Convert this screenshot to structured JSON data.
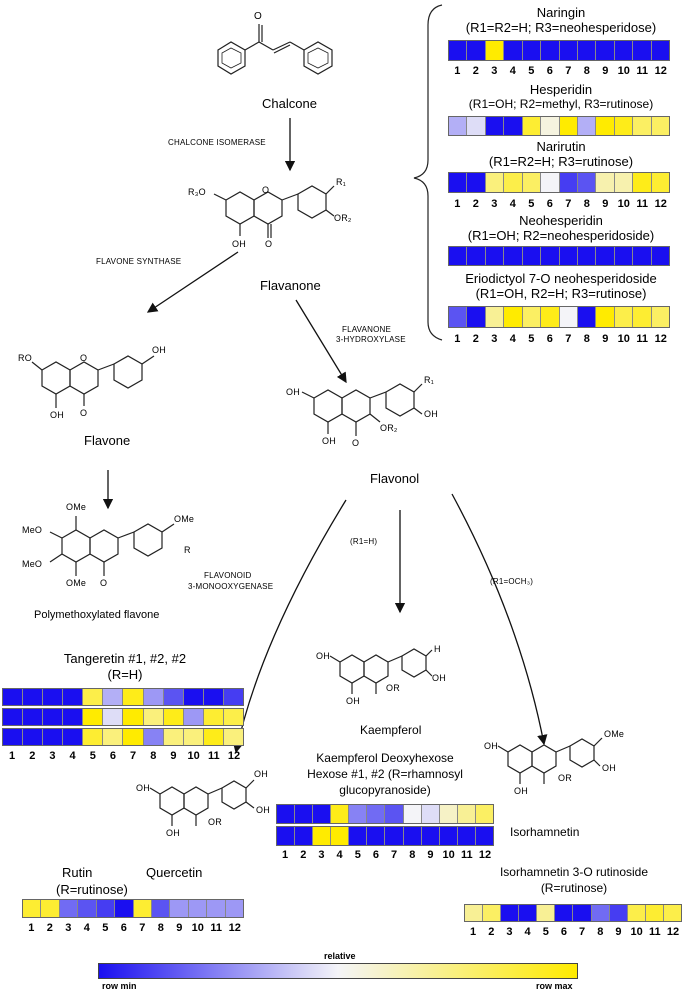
{
  "compounds": {
    "chalcone": "Chalcone",
    "flavanone": "Flavanone",
    "flavone": "Flavone",
    "pmf": "Polymethoxylated flavone",
    "flavonol": "Flavonol",
    "kaempferol": "Kaempferol",
    "isorhamnetin": "Isorhamnetin"
  },
  "enzymes": {
    "chi": "CHALCONE ISOMERASE",
    "fns": "FLAVONE SYNTHASE",
    "f3h_1": "FLAVANONE",
    "f3h_2": "3-HYDROXYLASE",
    "f3mo_1": "FLAVONOID",
    "f3mo_2": "3-MONOOXYGENASE"
  },
  "conditions": {
    "r1h": "(R1=H)",
    "r1och3": "(R1=OCH₃)"
  },
  "atoms": {
    "r1": "R₁",
    "r3o": "R₃O",
    "or2": "OR₂",
    "oh": "OH",
    "o": "O",
    "ro": "RO",
    "ome": "OMe",
    "meo": "MeO",
    "r": "R",
    "or": "OR",
    "h": "H"
  },
  "heatmaps": {
    "naringin": {
      "title1": "Naringin",
      "title2": "(R1=R2=H;  R3=neohesperidose)",
      "rows": [
        [
          0.0,
          0.0,
          1.0,
          0.0,
          0.0,
          0.0,
          0.0,
          0.0,
          0.0,
          0.0,
          0.0,
          0.0
        ]
      ]
    },
    "hesperidin": {
      "title1": "Hesperidin",
      "title2": "(R1=OH; R2=methyl, R3=rutinose)",
      "rows": [
        [
          0.35,
          0.45,
          0.0,
          0.0,
          0.9,
          0.55,
          1.0,
          0.35,
          1.0,
          0.95,
          0.8,
          0.8
        ]
      ]
    },
    "narirutin": {
      "title1": "Narirutin",
      "title2": "(R1=R2=H;  R3=rutinose)",
      "rows": [
        [
          0.0,
          0.0,
          0.75,
          0.85,
          0.8,
          0.5,
          0.1,
          0.15,
          0.65,
          0.65,
          0.95,
          0.9
        ]
      ]
    },
    "neohesperidin": {
      "title1": "Neohesperidin",
      "title2": "(R1=OH;  R2=neohesperidoside)",
      "rows": [
        [
          0.0,
          0.0,
          0.0,
          0.0,
          0.0,
          0.0,
          0.0,
          0.0,
          0.0,
          0.0,
          0.0,
          0.0
        ]
      ]
    },
    "eriodictyol": {
      "title1": "Eriodictyol 7-O neohesperidoside",
      "title2": "(R1=OH, R2=H; R3=rutinose)",
      "rows": [
        [
          0.15,
          0.0,
          0.7,
          1.0,
          0.8,
          0.95,
          0.5,
          0.0,
          1.0,
          0.85,
          0.9,
          0.8
        ]
      ]
    },
    "tangeretin": {
      "title1": "Tangeretin #1, #2, #2",
      "title2": "(R=H)",
      "rows": [
        [
          0.0,
          0.0,
          0.0,
          0.0,
          0.85,
          0.35,
          0.95,
          0.3,
          0.15,
          0.0,
          0.0,
          0.1
        ],
        [
          0.0,
          0.0,
          0.0,
          0.0,
          1.0,
          0.45,
          1.0,
          0.75,
          0.95,
          0.3,
          0.9,
          0.85
        ],
        [
          0.0,
          0.0,
          0.0,
          0.0,
          0.9,
          0.75,
          1.0,
          0.25,
          0.75,
          0.75,
          0.95,
          0.75
        ]
      ]
    },
    "kaempferol_dh": {
      "title1": "Kaempferol Deoxyhexose",
      "title2": "Hexose #1, #2 (R=rhamnosyl",
      "title3": "glucopyranoside)",
      "rows": [
        [
          0.0,
          0.0,
          0.0,
          0.95,
          0.25,
          0.2,
          0.15,
          0.5,
          0.45,
          0.6,
          0.7,
          0.8
        ],
        [
          0.0,
          0.0,
          1.0,
          1.0,
          0.0,
          0.0,
          0.0,
          0.0,
          0.0,
          0.0,
          0.0,
          0.0
        ]
      ]
    },
    "rutin": {
      "title1": "Rutin",
      "title1b": "Quercetin",
      "title2": "(R=rutinose)",
      "rows": [
        [
          0.9,
          0.9,
          0.2,
          0.15,
          0.1,
          0.0,
          0.9,
          0.15,
          0.3,
          0.3,
          0.3,
          0.3
        ]
      ]
    },
    "isorhamnetin_r": {
      "title1": "Isorhamnetin 3-O rutinoside",
      "title2": "(R=rutinose)",
      "rows": [
        [
          0.7,
          0.8,
          0.0,
          0.0,
          0.7,
          0.0,
          0.0,
          0.2,
          0.1,
          0.85,
          0.9,
          0.85
        ]
      ]
    }
  },
  "column_numbers": [
    "1",
    "2",
    "3",
    "4",
    "5",
    "6",
    "7",
    "8",
    "9",
    "10",
    "11",
    "12"
  ],
  "legend": {
    "title": "relative",
    "min": "row min",
    "max": "row max"
  },
  "colors": {
    "low": "#1a0ff0",
    "mid": "#f4f4f8",
    "high": "#ffeb00"
  }
}
